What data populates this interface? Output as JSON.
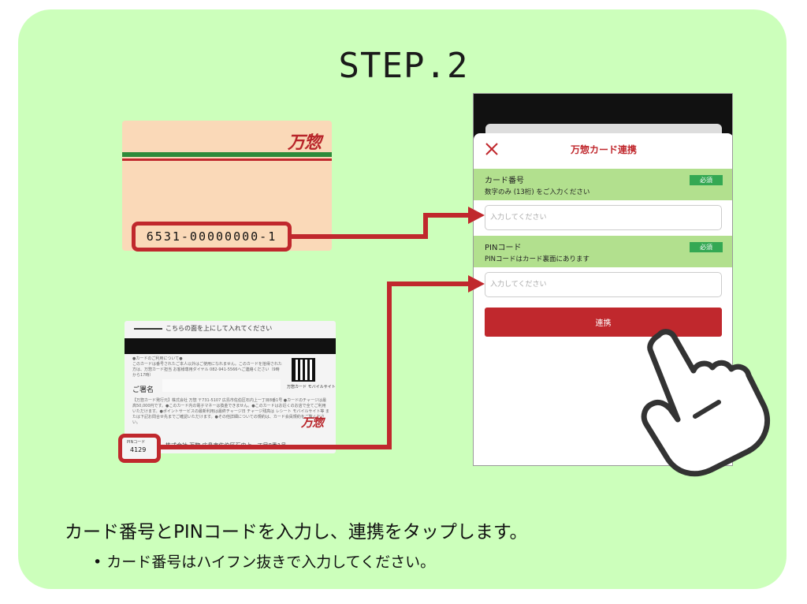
{
  "step_title": "STEP.2",
  "brand_logo": "万惣",
  "card_front": {
    "card_number": "6531-00000000-1"
  },
  "card_back": {
    "top_text": "こちらの面を上にして入れてください",
    "usage_heading": "●カードのご利用について●",
    "usage_text": "このカードは番号されたご本人以外はご使用になれません。このカードを拾得された方は、万惣カード担当 お客様専用ダイヤル 082-941-5566へご連絡ください（9時から17時）",
    "signature_label": "ご署名",
    "qr_caption": "万惣カード モバイルサイト",
    "issuer_text": "【万惣カード発行元】株式会社 万惣 〒731-5107 広島市佐伯区石内上一丁目8番1号 ●カードのチャージは最高50,000円です。●このカード内の電子マネーは換金できません。●このカードはお近くのお店で全てご利用いただけます。●ポイントサービスの最新利用は最終チャージ日 チャージ残高は レシート モバイルサイト等 または下記お問合せ先までご確認いただけます。●その他詳細についての規約は、カード会員規約をご覧ください。",
    "pin_label": "PINコード",
    "pin_value": "4129",
    "bottom_text": "株式会社 万惣 広島市佐伯区石内上一丁目8番1号"
  },
  "app": {
    "title": "万惣カード連携",
    "card_number_section": {
      "label": "カード番号",
      "hint": "数字のみ (13桁) をご入力ください",
      "badge": "必須",
      "placeholder": "入力してください"
    },
    "pin_section": {
      "label": "PINコード",
      "hint": "PINコードはカード裏面にあります",
      "badge": "必須",
      "placeholder": "入力してください"
    },
    "submit_label": "連携"
  },
  "instructions": {
    "main": "カード番号とPINコードを入力し、連携をタップします。",
    "bullet": "• カード番号はハイフン抜きで入力してください。"
  },
  "colors": {
    "panel_bg": "#ccffbb",
    "accent_red": "#c0282d",
    "section_green": "#b2e08e",
    "badge_green": "#34a853"
  }
}
